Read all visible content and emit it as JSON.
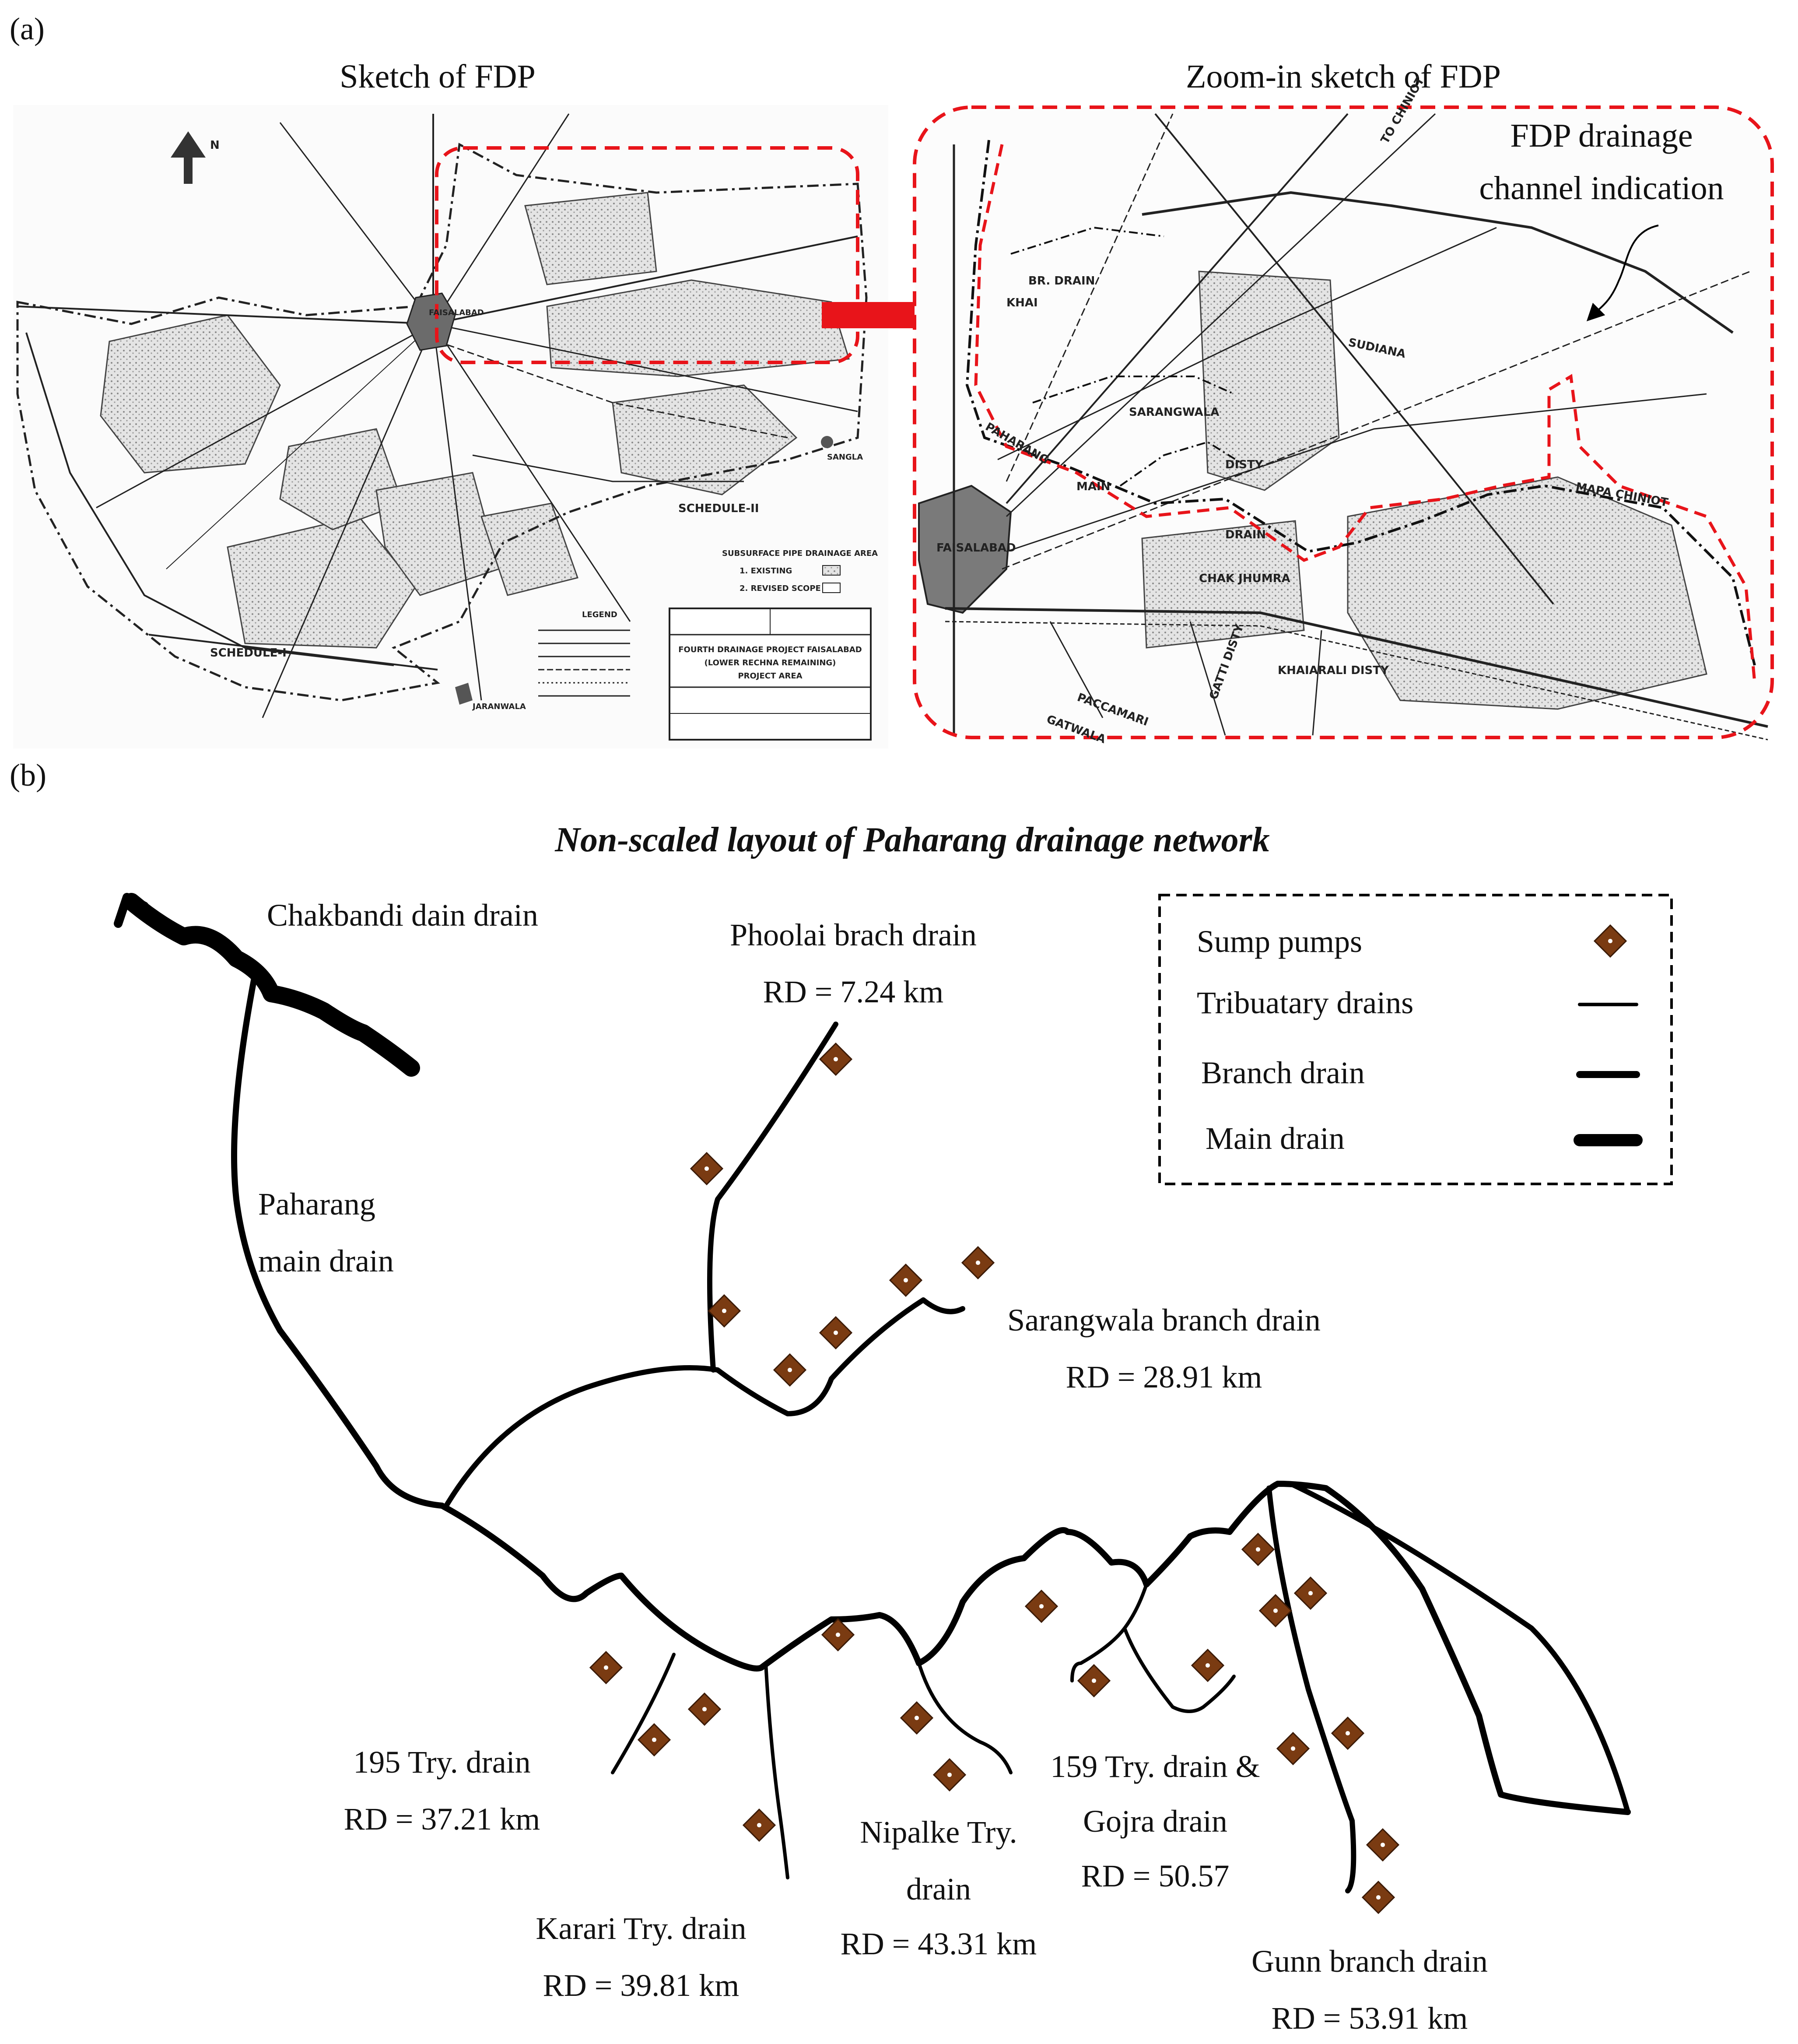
{
  "panel_a": {
    "label": "(a)",
    "sketch_title": "Sketch of FDP",
    "zoom_title": "Zoom-in sketch of FDP",
    "indication_line1": "FDP drainage",
    "indication_line2": "channel indication",
    "map_texts": {
      "schedule1": "SCHEDULE-I",
      "schedule2": "SCHEDULE-II",
      "faisalabad": "FAISALABAD",
      "jaranwala": "JARANWALA",
      "sangla": "SANGLA",
      "legend": "LEGEND",
      "subsurface": "SUBSURFACE PIPE DRAINAGE AREA",
      "existing": "1. EXISTING",
      "revised": "2. REVISED SCOPE",
      "project_box1": "FOURTH DRAINAGE PROJECT FAISALABAD",
      "project_box2": "(LOWER RECHNA REMAINING)",
      "project_box3": "PROJECT AREA",
      "to_chiniot": "TO CHINIOT",
      "khai": "KHAI",
      "br_drain": "BR. DRAIN",
      "paharang": "PAHARANG",
      "sarangwala": "SARANGWALA",
      "main": "MAIN",
      "drain": "DRAIN",
      "disty": "DISTY",
      "chak_jhumra": "CHAK JHUMRA",
      "mapa_chiniot": "MAPA CHINIOT",
      "gatti_disty": "GATTI DISTY",
      "khaiarali_disty": "KHAIARALI DISTY",
      "paccamari": "PACCAMARI",
      "gatwala": "GATWALA",
      "sudiana": "SUDIANA"
    }
  },
  "panel_b": {
    "label": "(b)",
    "title": "Non-scaled layout of Paharang drainage network",
    "labels": {
      "chakbandi": "Chakbandi dain drain",
      "paharang1": "Paharang",
      "paharang2": "main drain",
      "phoolai1": "Phoolai brach drain",
      "phoolai2": "RD = 7.24 km",
      "sarang1": "Sarangwala branch drain",
      "sarang2": "RD = 28.91 km",
      "t195a": "195 Try. drain",
      "t195b": "RD = 37.21 km",
      "karari1": "Karari Try. drain",
      "karari2": "RD = 39.81 km",
      "nipalke1": "Nipalke Try.",
      "nipalke2": "drain",
      "nipalke3": "RD = 43.31 km",
      "t159a": "159 Try. drain &",
      "t159b": "Gojra drain",
      "t159c": "RD = 50.57",
      "gunn1": "Gunn branch drain",
      "gunn2": "RD = 53.91 km"
    },
    "legend": {
      "items": [
        "Sump pumps",
        "Tribuatary drains",
        "Branch drain",
        "Main drain"
      ]
    },
    "colors": {
      "pump": "#7a3b12",
      "drain": "#000000",
      "highlight": "#e8141a"
    }
  }
}
